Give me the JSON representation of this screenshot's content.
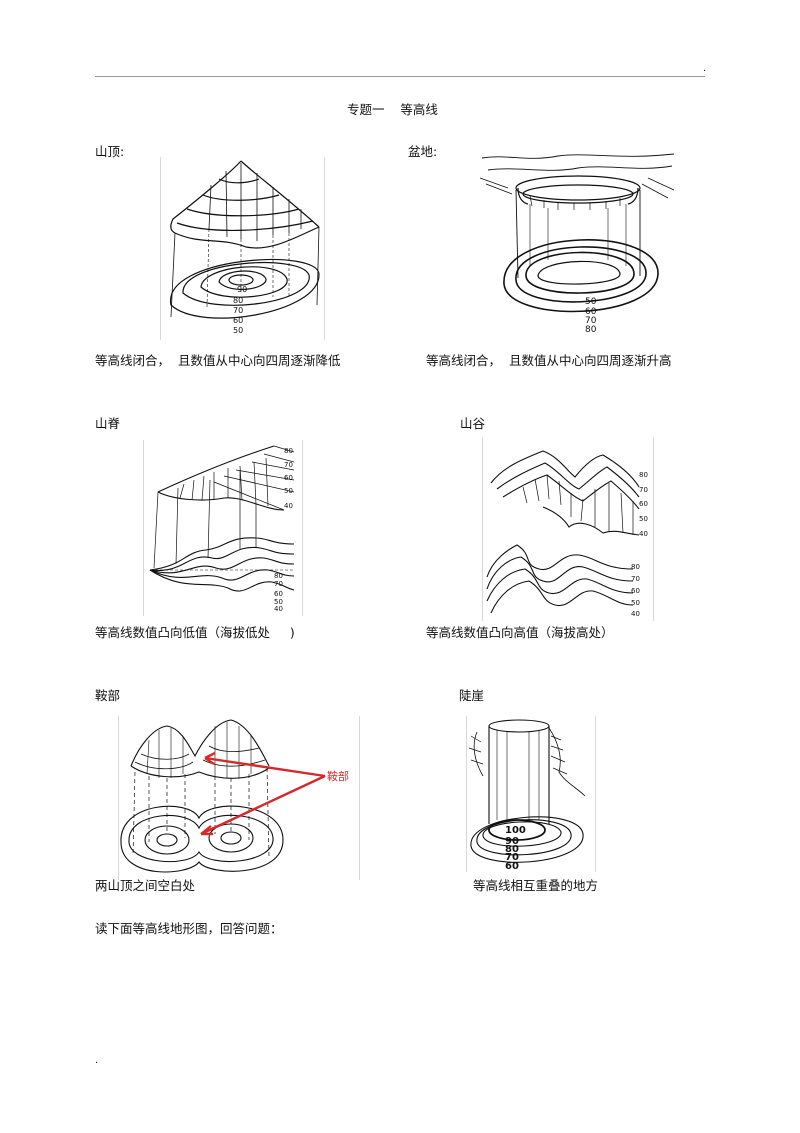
{
  "header": {
    "top_mark": "."
  },
  "title": "专题一    等高线",
  "sections": {
    "peak": {
      "label": "山顶:",
      "caption": "等高线闭合，  且数值从中心向四周逐渐降低",
      "figure": {
        "values": [
          "90",
          "80",
          "70",
          "60",
          "50"
        ]
      }
    },
    "basin": {
      "label": "盆地:",
      "caption": "等高线闭合，  且数值从中心向四周逐渐升高",
      "figure": {
        "values": [
          "50",
          "60",
          "70",
          "80"
        ]
      }
    },
    "ridge": {
      "label": "山脊",
      "caption": "等高线数值凸向低值（海拔低处     )",
      "figure": {
        "top_values": [
          "80",
          "70",
          "60",
          "50",
          "40"
        ],
        "bottom_values": [
          "80",
          "70",
          "60",
          "50",
          "40"
        ]
      }
    },
    "valley": {
      "label": "山谷",
      "caption": "等高线数值凸向高值（海拔高处）",
      "figure": {
        "top_values": [
          "80",
          "70",
          "60",
          "50",
          "40"
        ],
        "bottom_values": [
          "80",
          "70",
          "60",
          "50",
          "40"
        ]
      }
    },
    "saddle": {
      "label": "鞍部",
      "caption": "两山顶之间空白处",
      "figure": {
        "callout": "鞍部"
      }
    },
    "cliff": {
      "label": "陡崖",
      "caption": "等高线相互重叠的地方",
      "figure": {
        "values": [
          "100",
          "90",
          "80",
          "70",
          "60"
        ]
      }
    }
  },
  "question": "读下面等高线地形图，回答问题：",
  "footer": {
    "bottom_mark": "."
  },
  "colors": {
    "ink": "#111111",
    "callout": "#d42a2a",
    "rule": "#999999"
  }
}
